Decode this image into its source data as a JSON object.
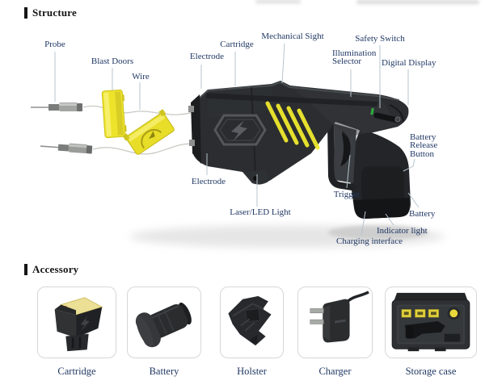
{
  "structure_section": {
    "heading": "Structure",
    "labels": {
      "probe": "Probe",
      "blast_doors": "Blast Doors",
      "wire": "Wire",
      "electrode_top": "Electrode",
      "cartridge": "Cartridge",
      "mechanical_sight": "Mechanical Sight",
      "safety_switch": "Safety Switch",
      "illumination_selector": "Illumination Selector",
      "digital_display": "Digital Display",
      "battery_release_button": "Battery Release Button",
      "electrode_bottom": "Electrode",
      "laser_led_light": "Laser/LED Light",
      "trigger": "Trigger",
      "battery": "Battery",
      "indicator_light": "Indicator light",
      "charging_interface": "Charging interface"
    }
  },
  "accessory_section": {
    "heading": "Accessory",
    "items": [
      {
        "label": "Cartridge"
      },
      {
        "label": "Battery"
      },
      {
        "label": "Holster"
      },
      {
        "label": "Charger"
      },
      {
        "label": "Storage case"
      }
    ]
  },
  "colors": {
    "label_text": "#203864",
    "leader_line": "#b7c5cf",
    "accent_yellow": "#ede32b",
    "gun_body": "#2b2d30",
    "card_border": "#d7d7d7",
    "indicator_green": "#2fae3e"
  }
}
